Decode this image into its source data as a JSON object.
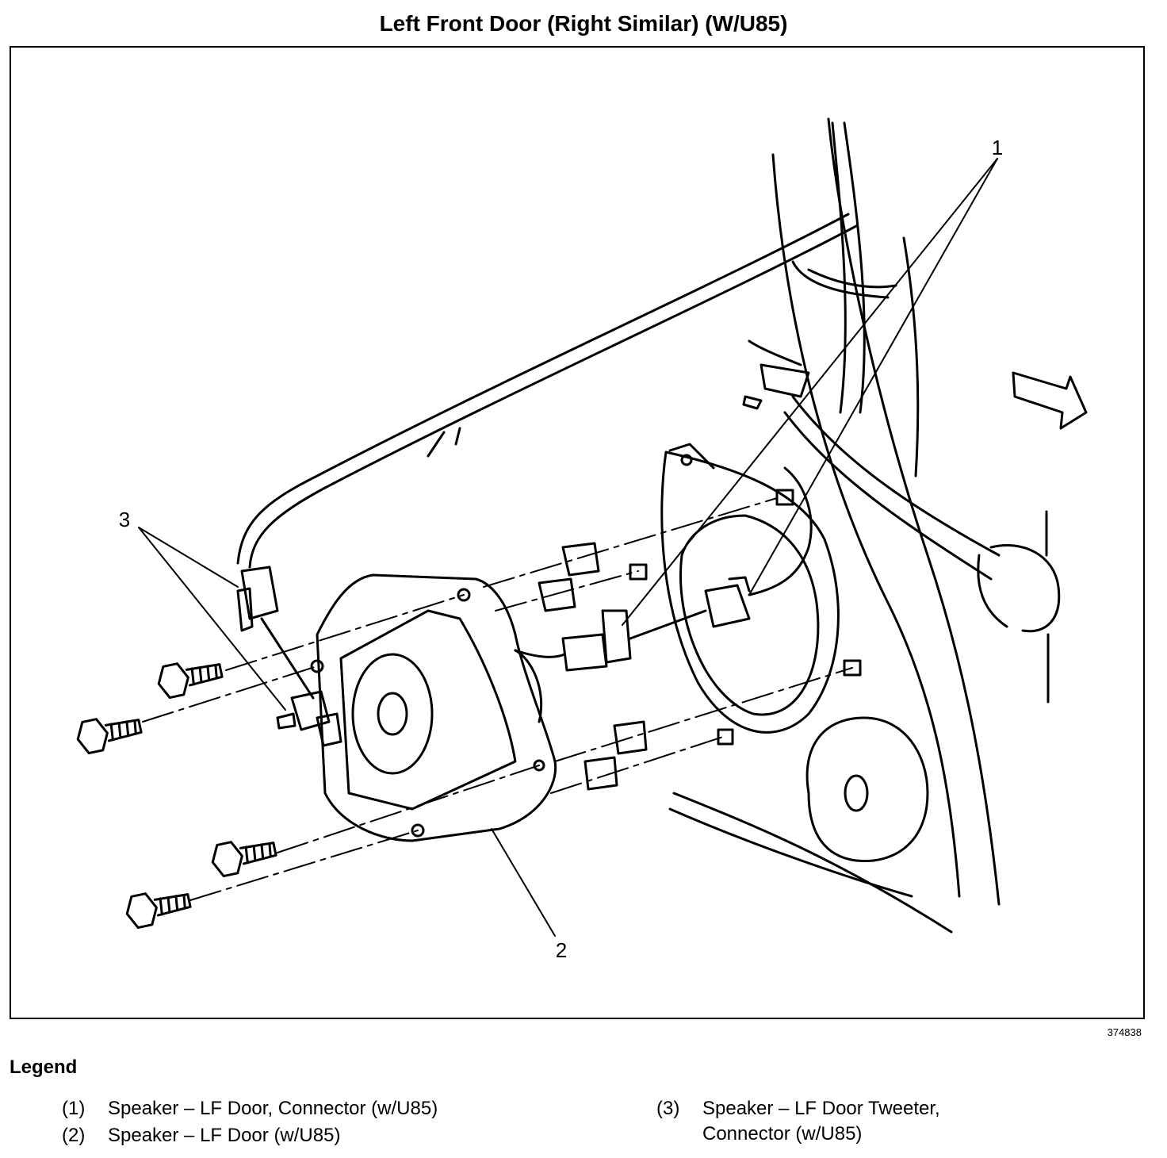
{
  "title": "Left Front Door (Right Similar) (W/U85)",
  "figure_id": "374838",
  "callouts": {
    "c1": "1",
    "c2": "2",
    "c3": "3"
  },
  "legend": {
    "heading": "Legend",
    "items": [
      {
        "num": "(1)",
        "line1": "Speaker – LF Door, Connector (w/U85)",
        "line2": ""
      },
      {
        "num": "(2)",
        "line1": "Speaker – LF Door (w/U85)",
        "line2": ""
      },
      {
        "num": "(3)",
        "line1": "Speaker – LF Door Tweeter,",
        "line2": "Connector (w/U85)"
      }
    ]
  }
}
